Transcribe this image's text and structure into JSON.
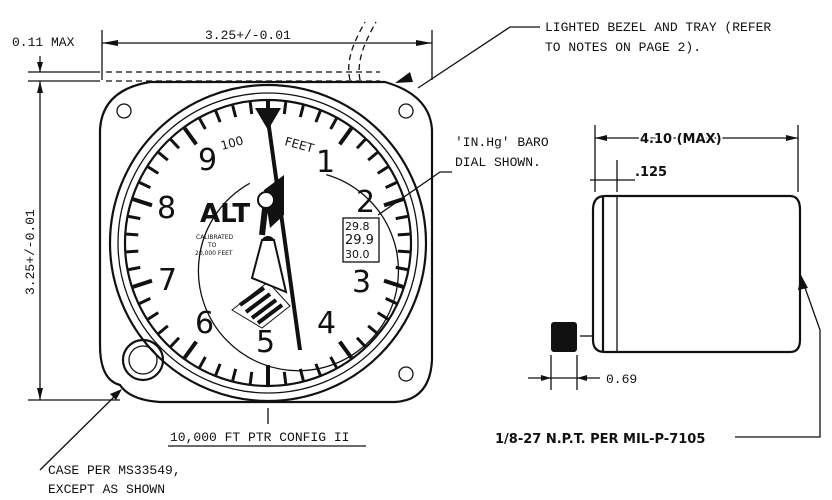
{
  "dimensions": {
    "top_width": "3.25+/-0.01",
    "left_height": "3.25+/-0.01",
    "bezel_offset": "0.11 MAX",
    "depth": "4.10 (MAX)",
    "flange": ".125",
    "knob": "0.69"
  },
  "callouts": {
    "bezel_line1": "LIGHTED BEZEL AND TRAY (REFER",
    "bezel_line2": "TO NOTES ON PAGE 2).",
    "baro_line1": "'IN.Hg' BARO",
    "baro_line2": "DIAL SHOWN.",
    "npt": "1/8-27 N.P.T. PER MIL-P-7105",
    "config": "10,000 FT PTR CONFIG II",
    "case_line1": "CASE PER MS33549,",
    "case_line2": "EXCEPT AS SHOWN"
  },
  "dial": {
    "numerals": [
      "1",
      "2",
      "3",
      "4",
      "5",
      "6",
      "7",
      "8",
      "9"
    ],
    "unit_multiplier": "100",
    "unit": "FEET",
    "title": "ALT",
    "calibration_line1": "CALIBRATED",
    "calibration_line2": "TO",
    "calibration_line3": "20,000 FEET",
    "baro_values": [
      "29.8",
      "29.9",
      "30.0"
    ]
  }
}
